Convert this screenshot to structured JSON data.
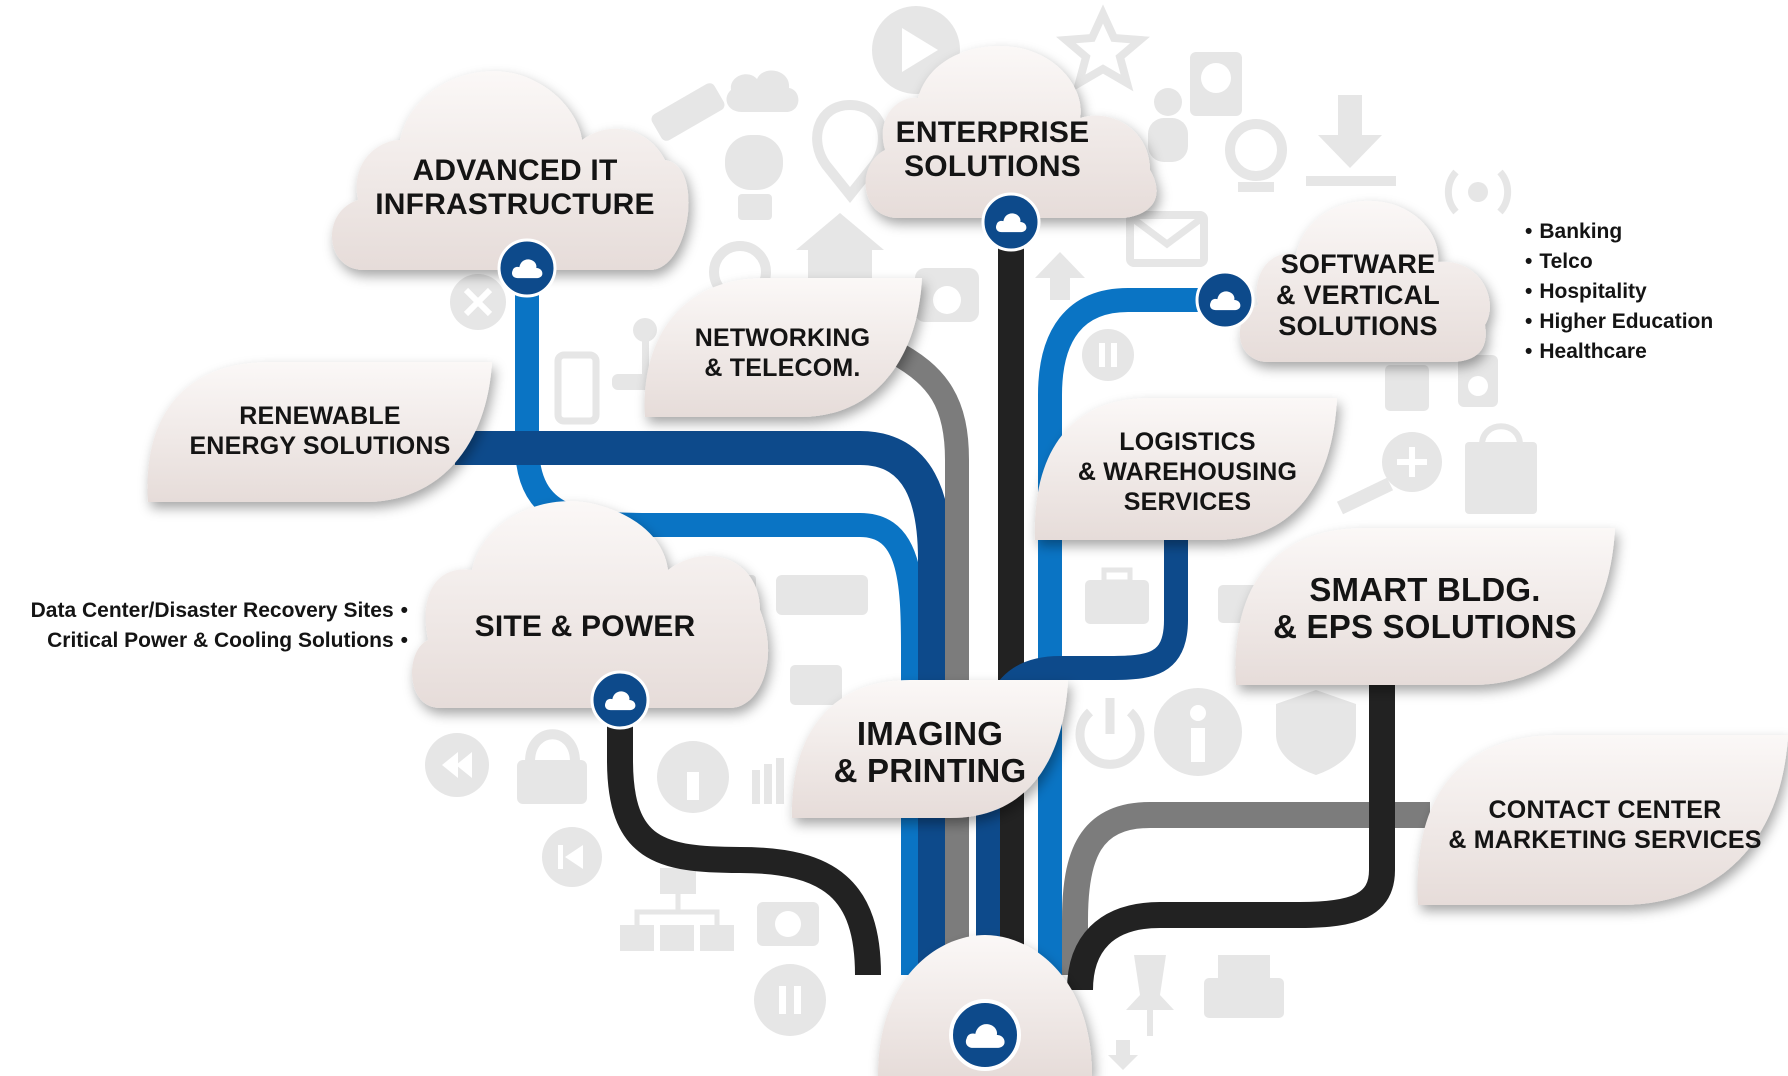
{
  "nodes": {
    "advanced_it": [
      "ADVANCED IT",
      "INFRASTRUCTURE"
    ],
    "enterprise": [
      "ENTERPRISE",
      "SOLUTIONS"
    ],
    "software": [
      "SOFTWARE",
      "& VERTICAL",
      "SOLUTIONS"
    ],
    "networking": [
      "NETWORKING",
      "& TELECOM."
    ],
    "renewable": [
      "RENEWABLE",
      "ENERGY SOLUTIONS"
    ],
    "logistics": [
      "LOGISTICS",
      "& WAREHOUSING",
      "SERVICES"
    ],
    "site_power": [
      "SITE & POWER"
    ],
    "smart_bldg": [
      "SMART BLDG.",
      "& EPS SOLUTIONS"
    ],
    "imaging": [
      "IMAGING",
      "& PRINTING"
    ],
    "contact_center": [
      "CONTACT CENTER",
      "& MARKETING SERVICES"
    ]
  },
  "software_bullets": [
    "Banking",
    "Telco",
    "Hospitality",
    "Higher Education",
    "Healthcare"
  ],
  "site_power_bullets": [
    "Data Center/Disaster Recovery Sites",
    "Critical Power & Cooling Solutions"
  ],
  "colors": {
    "blue": "#0a74c4",
    "navy": "#0d4a8b",
    "black": "#222222",
    "gray": "#7c7c7c",
    "shape_fill": "#efe8e6",
    "background_icons": "#e6e6e6"
  },
  "background_icons": [
    "cloud-download-icon",
    "play-icon",
    "star-icon",
    "usb-drive-icon",
    "map-pin-icon",
    "lightbulb-icon",
    "hard-drive-icon",
    "webcam-icon",
    "download-icon",
    "wireless-icon",
    "home-icon",
    "mail-icon",
    "upload-icon",
    "phone-icon",
    "close-icon",
    "search-icon",
    "joystick-icon",
    "smartphone-icon",
    "pause-icon",
    "speaker-icon",
    "shopping-bag-icon",
    "zoom-in-icon",
    "calculator-icon",
    "keyboard-icon",
    "briefcase-icon",
    "video-camera-icon",
    "power-icon",
    "info-icon",
    "shield-icon",
    "rewind-icon",
    "lock-icon",
    "skip-back-icon",
    "camera-icon",
    "sitemap-icon",
    "push-pin-icon",
    "printer-icon"
  ]
}
